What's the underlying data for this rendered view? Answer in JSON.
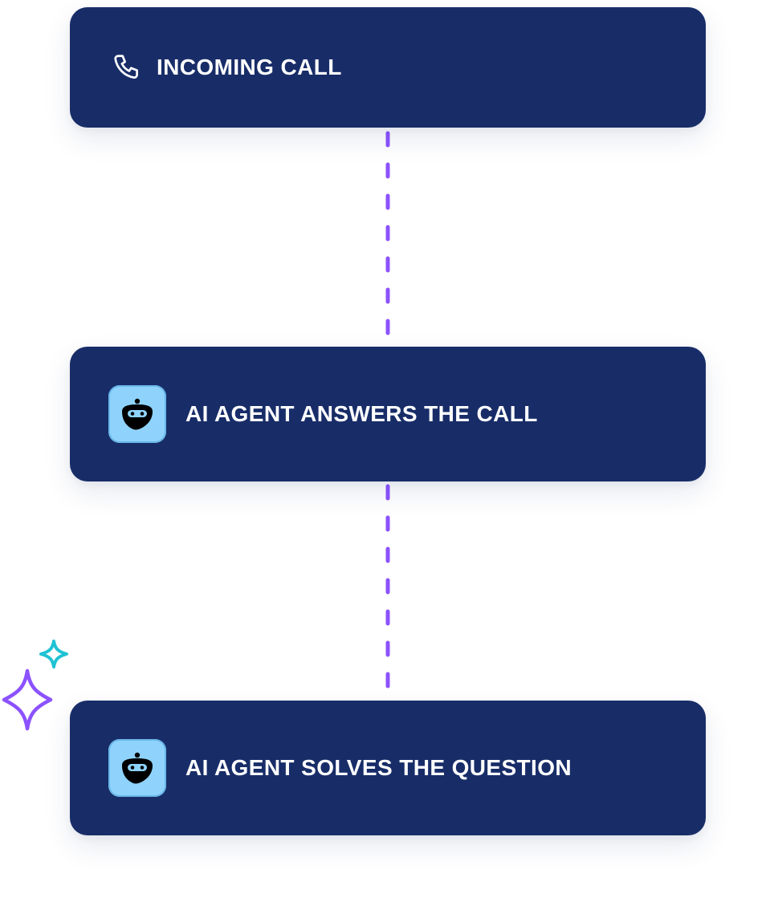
{
  "steps": [
    {
      "label": "INCOMING CALL",
      "icon": "phone-icon"
    },
    {
      "label": "AI AGENT ANSWERS THE CALL",
      "icon": "robot-icon"
    },
    {
      "label": "AI AGENT SOLVES THE QUESTION",
      "icon": "robot-icon"
    }
  ],
  "colors": {
    "card_background": "#182d68",
    "card_text": "#ffffff",
    "connector": "#8c52ff",
    "robot_tile": "#8fd3fc",
    "sparkle_large": "#8c52ff",
    "sparkle_small": "#1fc2d4"
  }
}
